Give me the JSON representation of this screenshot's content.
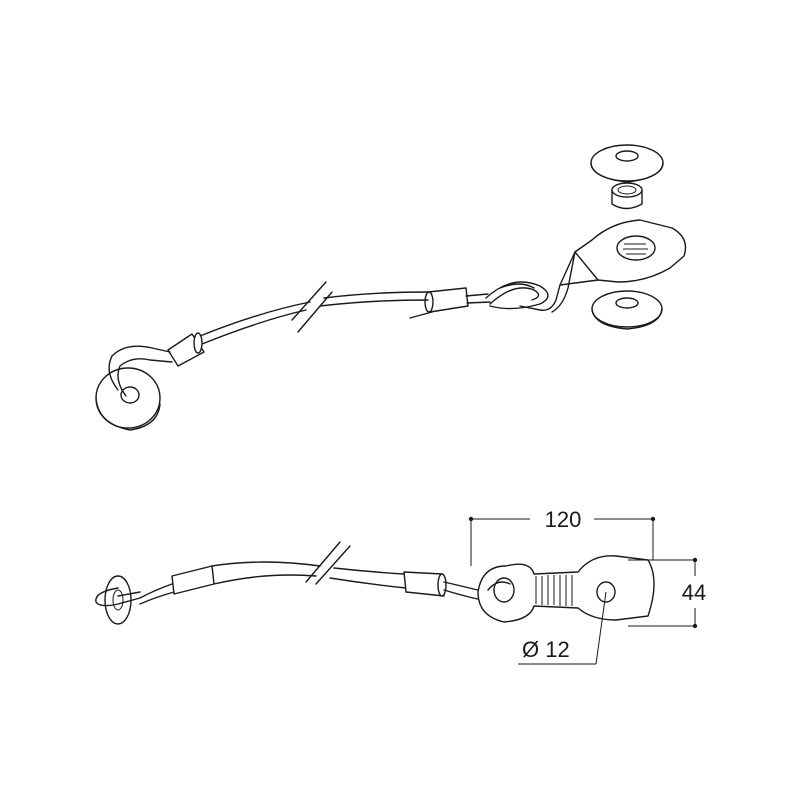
{
  "dimensions": {
    "width_label": "120",
    "height_label": "44",
    "hole_label": "Ø 12"
  },
  "colors": {
    "line": "#1a1a1a",
    "background": "#ffffff"
  }
}
